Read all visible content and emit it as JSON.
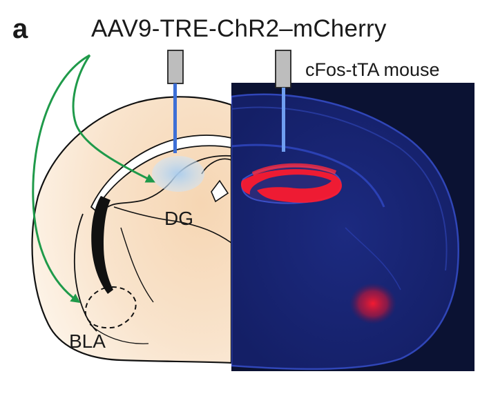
{
  "panel_label": "a",
  "title": "AAV9-TRE-ChR2–mCherry",
  "mouse_label": "cFos-tTA mouse",
  "region_labels": {
    "dg": "DG",
    "bla": "BLA"
  },
  "colors": {
    "tissue": "#f8e2c8",
    "tissue_edge": "#fbefe0",
    "fluorescence_bg": "#0b1233",
    "dapi_blue": "#2c45c2",
    "mcherry_red": "#ff1a2e",
    "arrow_green": "#1f9a4a",
    "fiber_blue": "#3d6fd6",
    "injection_glow": "#bcd9f2"
  }
}
